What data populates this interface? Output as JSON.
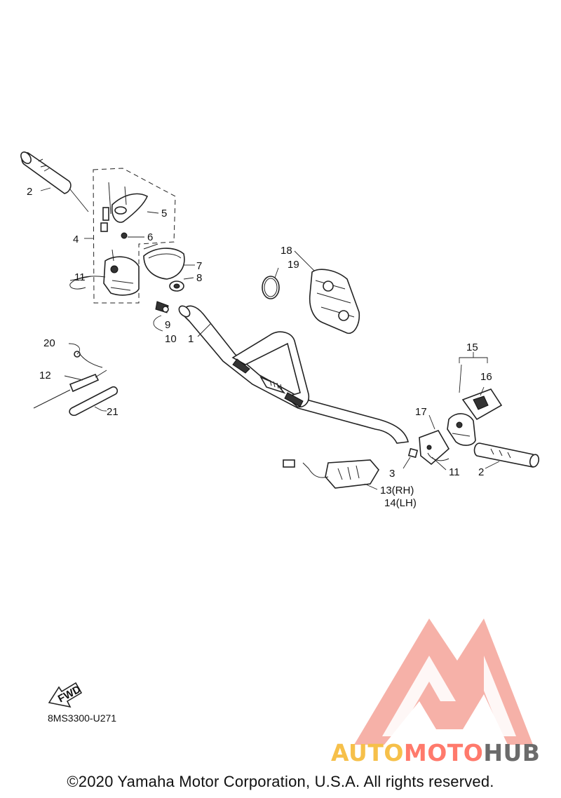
{
  "diagram": {
    "code": "8MS3300-U271",
    "copyright": "©2020 Yamaha Motor Corporation, U.S.A. All rights reserved.",
    "fwd_label": "FWD",
    "callouts": {
      "c1": "1",
      "c2a": "2",
      "c2b": "2",
      "c3": "3",
      "c4": "4",
      "c5": "5",
      "c6": "6",
      "c7": "7",
      "c8": "8",
      "c9": "9",
      "c10": "10",
      "c11a": "11",
      "c11b": "11",
      "c12": "12",
      "c13": "13(RH)",
      "c14": "14(LH)",
      "c15": "15",
      "c16": "16",
      "c17": "17",
      "c18": "18",
      "c19": "19",
      "c20": "20",
      "c21": "21"
    }
  },
  "watermark": {
    "part1": "AUTO",
    "part2": "MOTO",
    "part3": "HUB",
    "colors": {
      "auto": "#f6c04a",
      "moto": "#ff7a6c",
      "hub": "#6b6b6b",
      "logo": "#f5a49a"
    }
  }
}
